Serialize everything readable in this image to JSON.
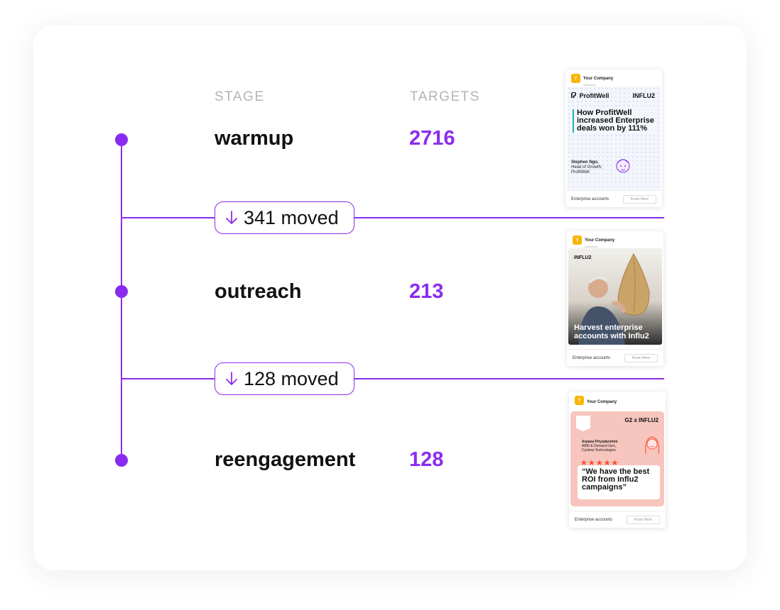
{
  "headers": {
    "stage": "STAGE",
    "targets": "TARGETS"
  },
  "stages": [
    {
      "name": "warmup",
      "count": "2716"
    },
    {
      "name": "outreach",
      "count": "213"
    },
    {
      "name": "reengagement",
      "count": "128"
    }
  ],
  "transitions": [
    {
      "label": "341 moved",
      "icon": "arrow-down-icon"
    },
    {
      "label": "128 moved",
      "icon": "arrow-down-icon"
    }
  ],
  "ads": [
    {
      "company": "Your Company",
      "brand": "ProfitWell",
      "partner": "INFLU2",
      "headline": "How ProfitWell increased Enterprise deals won by 111%",
      "person_name": "Stephen Ngo,",
      "person_role": "Head of Growth,",
      "person_org": "ProfitWell",
      "footer_label": "Enterprise accounts",
      "cta": "Know More"
    },
    {
      "company": "Your Company",
      "partner": "INFLU2",
      "caption": "Harvest enterprise accounts with Influ2",
      "footer_label": "Enterprise accounts",
      "cta": "Know More"
    },
    {
      "company": "Your Company",
      "partner": "G2 x INFLU2",
      "person_name": "Arpana Priyadarshini",
      "person_role": "ABM & Demand Gen,",
      "person_org": "Cystera Technologies",
      "stars": "★★★★★",
      "quote": "“We have the best ROI from Influ2 campaigns”",
      "footer_label": "Enterprise accounts",
      "cta": "Know More"
    }
  ],
  "colors": {
    "accent": "#8a2cf0",
    "text": "#111111",
    "header": "#b4b4b4"
  }
}
